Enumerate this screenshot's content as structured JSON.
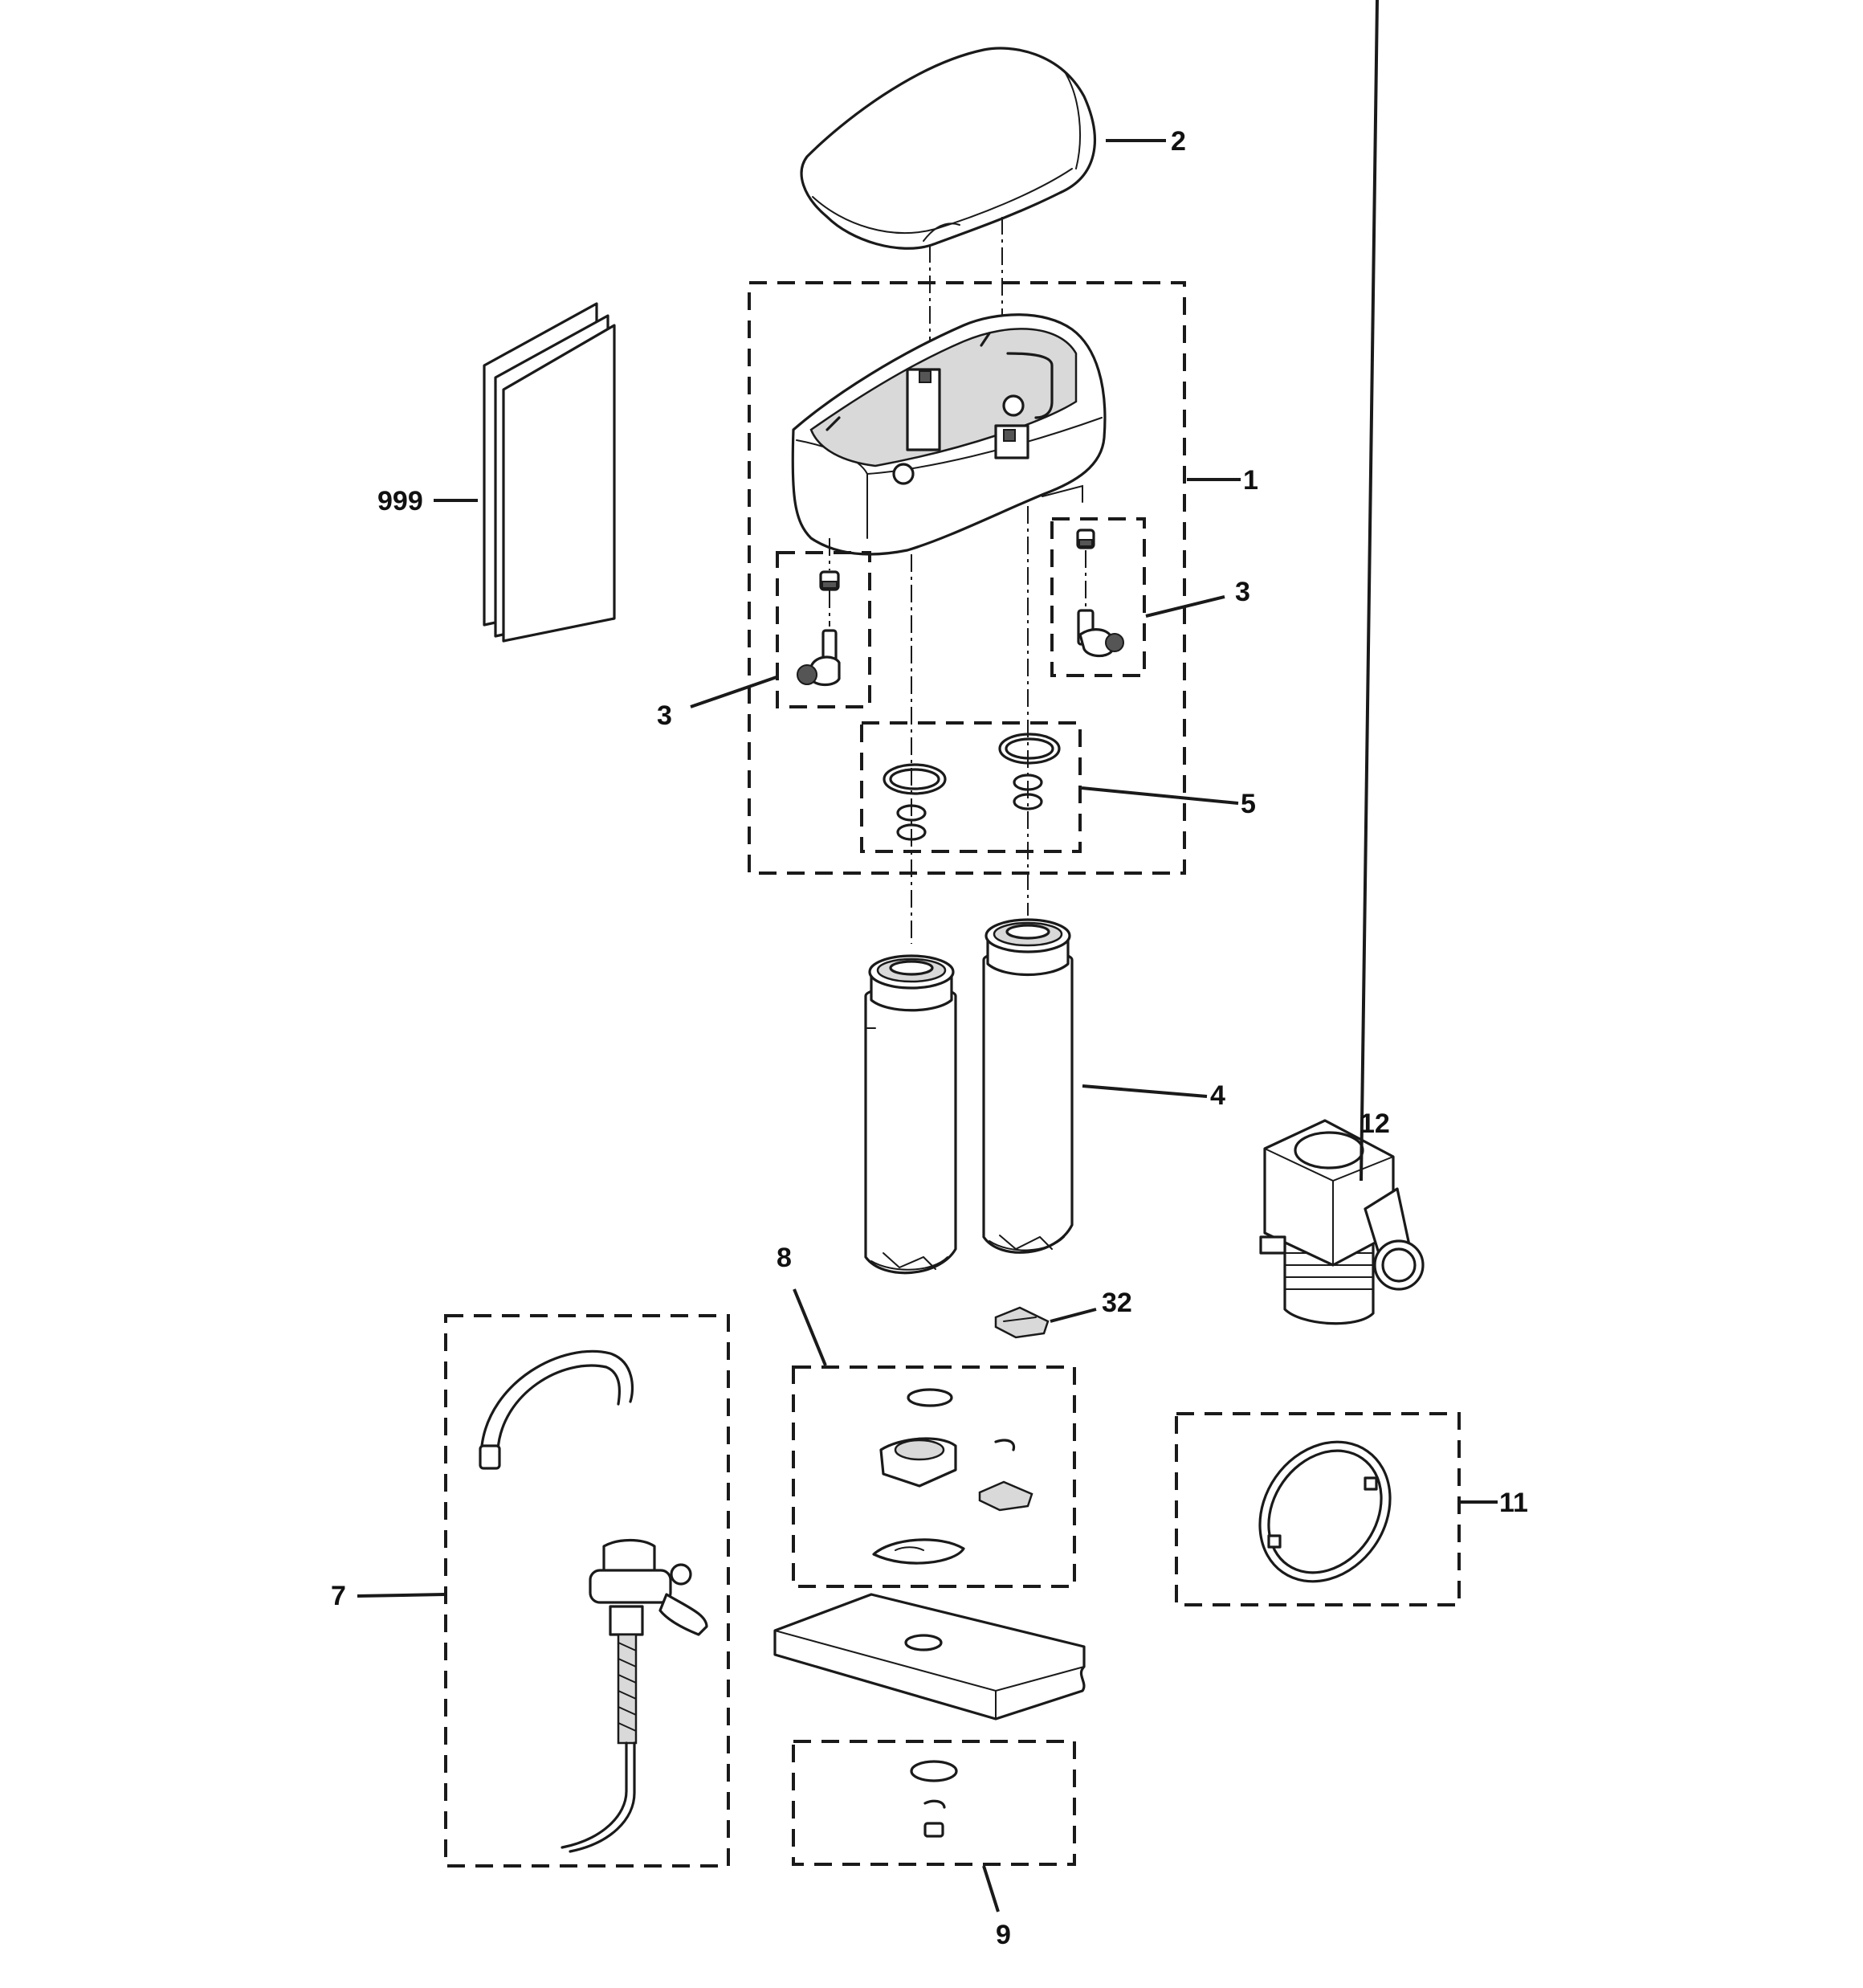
{
  "callouts": {
    "c1": "1",
    "c2": "2",
    "c3a": "3",
    "c3b": "3",
    "c4": "4",
    "c5": "5",
    "c7": "7",
    "c8": "8",
    "c9": "9",
    "c11": "11",
    "c12": "12",
    "c32": "32",
    "c999": "999"
  },
  "colors": {
    "ink": "#1a1a1a",
    "background": "#ffffff",
    "shade": "#d9d9d9"
  }
}
